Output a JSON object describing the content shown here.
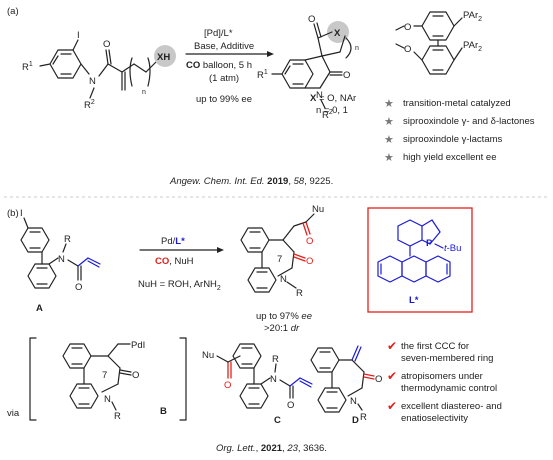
{
  "panel_a": {
    "label": "(a)",
    "substrate": {
      "r1": "R",
      "r1_sup": "1",
      "iodo": "I",
      "n_atom": "N",
      "r2": "R",
      "r2_sup": "2",
      "xh": "XH",
      "n_index": "n"
    },
    "conditions": {
      "catalyst": "[Pd]/L*",
      "base": "Base, Additive",
      "co_prefix": "CO",
      "co_rest": " balloon, 5 h",
      "pressure": "(1 atm)",
      "ee": "up to 99% ee"
    },
    "product": {
      "r1": "R",
      "r1_sup": "1",
      "x": "X",
      "n_index": "n",
      "n_atom": "N",
      "r2": "R",
      "r2_sup": "2",
      "x_def_bold": "X",
      "x_def_rest": " = O, NAr",
      "n_def": "n = 0, 1"
    },
    "ligand": {
      "ome_top": "O",
      "ome_bottom": "O",
      "par2_top": "PAr",
      "par2_bottom": "PAr",
      "sub": "2"
    },
    "features": [
      {
        "icon": "star-icon",
        "text": "transition-metal catalyzed"
      },
      {
        "icon": "star-icon",
        "text": "siprooxindole γ- and δ-lactones"
      },
      {
        "icon": "star-icon",
        "text": "siprooxindole γ-lactams"
      },
      {
        "icon": "star-icon",
        "text": "high yield excellent ee"
      }
    ],
    "citation": {
      "journal": "Angew. Chem. Int. Ed.",
      "year": "2019",
      "volume": "58",
      "pages": "9225."
    }
  },
  "panel_b": {
    "label": "(b)",
    "substrate": {
      "iodo": "I",
      "n_atom": "N",
      "r": "R",
      "o": "O",
      "tag": "A"
    },
    "conditions": {
      "catalyst_prefix": "Pd/",
      "ligand": "L*",
      "co": "CO",
      "nuh_suffix": ", NuH",
      "nuh_def": "NuH = ROH, ArNH",
      "nuh_def_sub": "2"
    },
    "product": {
      "nu": "Nu",
      "o": "O",
      "ring_size": "7",
      "n_atom": "N",
      "r": "R",
      "ee": "up to 97% ",
      "ee_italic": "ee",
      "dr": ">20:1 ",
      "dr_italic": "dr"
    },
    "ligand_box": {
      "p": "P",
      "tbu_prefix": "t",
      "tbu_rest": "-Bu",
      "label": "L*",
      "border_color": "#e0201b",
      "structure_color": "#1a1ad6"
    },
    "intermediate_b": {
      "via": "via",
      "pd": "PdI",
      "ring_size": "7",
      "o": "O",
      "n_atom": "N",
      "r": "R",
      "tag": "B"
    },
    "intermediate_c": {
      "nu": "Nu",
      "o": "O",
      "n_atom": "N",
      "r": "R",
      "o2": "O",
      "tag": "C"
    },
    "intermediate_d": {
      "o": "O",
      "n_atom": "N",
      "r": "R",
      "tag": "D"
    },
    "highlights": [
      {
        "icon": "check-icon",
        "lines": [
          "the first CCC for",
          "seven-membered ring"
        ]
      },
      {
        "icon": "check-icon",
        "lines": [
          "atropisomers under",
          "thermodynamic control"
        ]
      },
      {
        "icon": "check-icon",
        "lines": [
          "excellent diastereo- and",
          "enatioselectivity"
        ]
      }
    ],
    "citation": {
      "journal": "Org. Lett.",
      "year": "2021",
      "volume": "23",
      "pages": "3636."
    }
  },
  "colors": {
    "accent_red": "#e0201b",
    "accent_blue": "#1a1ad6",
    "gray_circle": "#c8c8c8",
    "star_gray": "#777777"
  }
}
